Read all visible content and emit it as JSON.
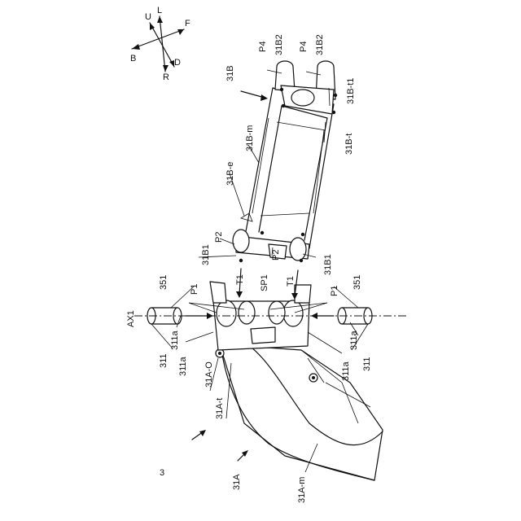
{
  "compass": {
    "U": "U",
    "L": "L",
    "F": "F",
    "B": "B",
    "R": "R",
    "D": "D"
  },
  "labels": {
    "fig": "3",
    "31A": "31A",
    "31A-m": "31A-m",
    "31A-t": "31A-t",
    "31A-O": "31A-O",
    "31B": "31B",
    "31B-m": "31B-m",
    "31B-e": "31B-e",
    "31B-t": "31B-t",
    "31B-t1": "31B-t1",
    "31B1": "31B1",
    "31B2": "31B2",
    "P1": "P1",
    "P2": "P2",
    "P4": "P4",
    "T1": "T1",
    "SP1": "SP1",
    "AX1": "AX1",
    "351": "351",
    "311": "311",
    "311a": "311a"
  }
}
